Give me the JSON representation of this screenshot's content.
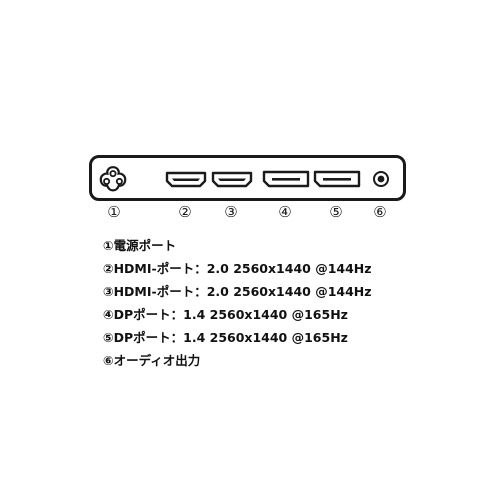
{
  "ports": [
    {
      "number": "①",
      "icon": "power-port-icon"
    },
    {
      "number": "②",
      "icon": "hdmi-port-icon"
    },
    {
      "number": "③",
      "icon": "hdmi-port-icon"
    },
    {
      "number": "④",
      "icon": "displayport-icon"
    },
    {
      "number": "⑤",
      "icon": "displayport-icon"
    },
    {
      "number": "⑥",
      "icon": "audio-jack-icon"
    }
  ],
  "legend": [
    "①電源ポート",
    "②HDMI-ポート：2.0 2560x1440 @144Hz",
    "③HDMI-ポート：2.0 2560x1440 @144Hz",
    "④DPポート：1.4 2560x1440 @165Hz",
    "⑤DPポート：1.4 2560x1440 @165Hz",
    "⑥オーディオ出力"
  ]
}
